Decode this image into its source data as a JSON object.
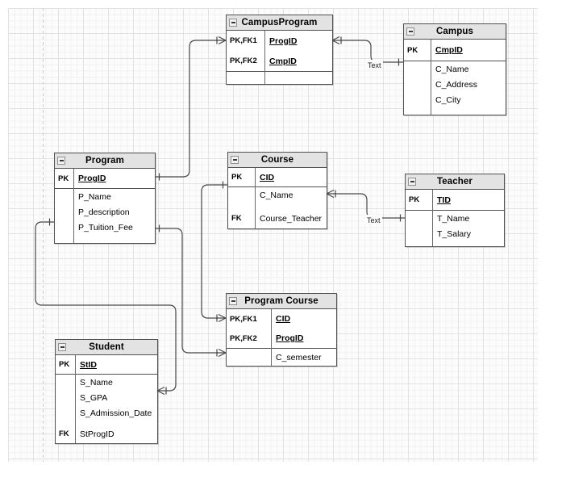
{
  "entities": {
    "campus_program": {
      "title": "CampusProgram",
      "keys": [
        {
          "label": "PK,FK1",
          "name": "ProgID"
        },
        {
          "label": "PK,FK2",
          "name": "CmpID"
        }
      ],
      "attrs": []
    },
    "campus": {
      "title": "Campus",
      "keys": [
        {
          "label": "PK",
          "name": "CmpID"
        }
      ],
      "attrs": [
        {
          "label": "",
          "name": "C_Name"
        },
        {
          "label": "",
          "name": "C_Address"
        },
        {
          "label": "",
          "name": "C_City"
        }
      ]
    },
    "program": {
      "title": "Program",
      "keys": [
        {
          "label": "PK",
          "name": "ProgID"
        }
      ],
      "attrs": [
        {
          "label": "",
          "name": "P_Name"
        },
        {
          "label": "",
          "name": "P_description"
        },
        {
          "label": "",
          "name": "P_Tuition_Fee"
        }
      ]
    },
    "course": {
      "title": "Course",
      "keys": [
        {
          "label": "PK",
          "name": "CID"
        }
      ],
      "attrs": [
        {
          "label": "",
          "name": "C_Name"
        },
        {
          "label": "FK",
          "name": "Course_Teacher"
        }
      ]
    },
    "teacher": {
      "title": "Teacher",
      "keys": [
        {
          "label": "PK",
          "name": "TID"
        }
      ],
      "attrs": [
        {
          "label": "",
          "name": "T_Name"
        },
        {
          "label": "",
          "name": "T_Salary"
        }
      ]
    },
    "program_course": {
      "title": "Program Course",
      "keys": [
        {
          "label": "PK,FK1",
          "name": "CID"
        },
        {
          "label": "PK,FK2",
          "name": "ProgID"
        }
      ],
      "attrs": [
        {
          "label": "",
          "name": "C_semester"
        }
      ]
    },
    "student": {
      "title": "Student",
      "keys": [
        {
          "label": "PK",
          "name": "StID"
        }
      ],
      "attrs": [
        {
          "label": "",
          "name": "S_Name"
        },
        {
          "label": "",
          "name": "S_GPA"
        },
        {
          "label": "",
          "name": "S_Admission_Date"
        },
        {
          "label": "FK",
          "name": "StProgID"
        }
      ]
    }
  },
  "connectors": {
    "campus_to_campusprogram": {
      "label": "Text"
    },
    "teacher_to_course": {
      "label": "Text"
    }
  },
  "colors": {
    "header_fill": "#e3e3e3",
    "table_border": "#525252",
    "wire": "#474747",
    "grid_major": "#e2e2e2",
    "grid_minor": "#f1f1f1"
  }
}
